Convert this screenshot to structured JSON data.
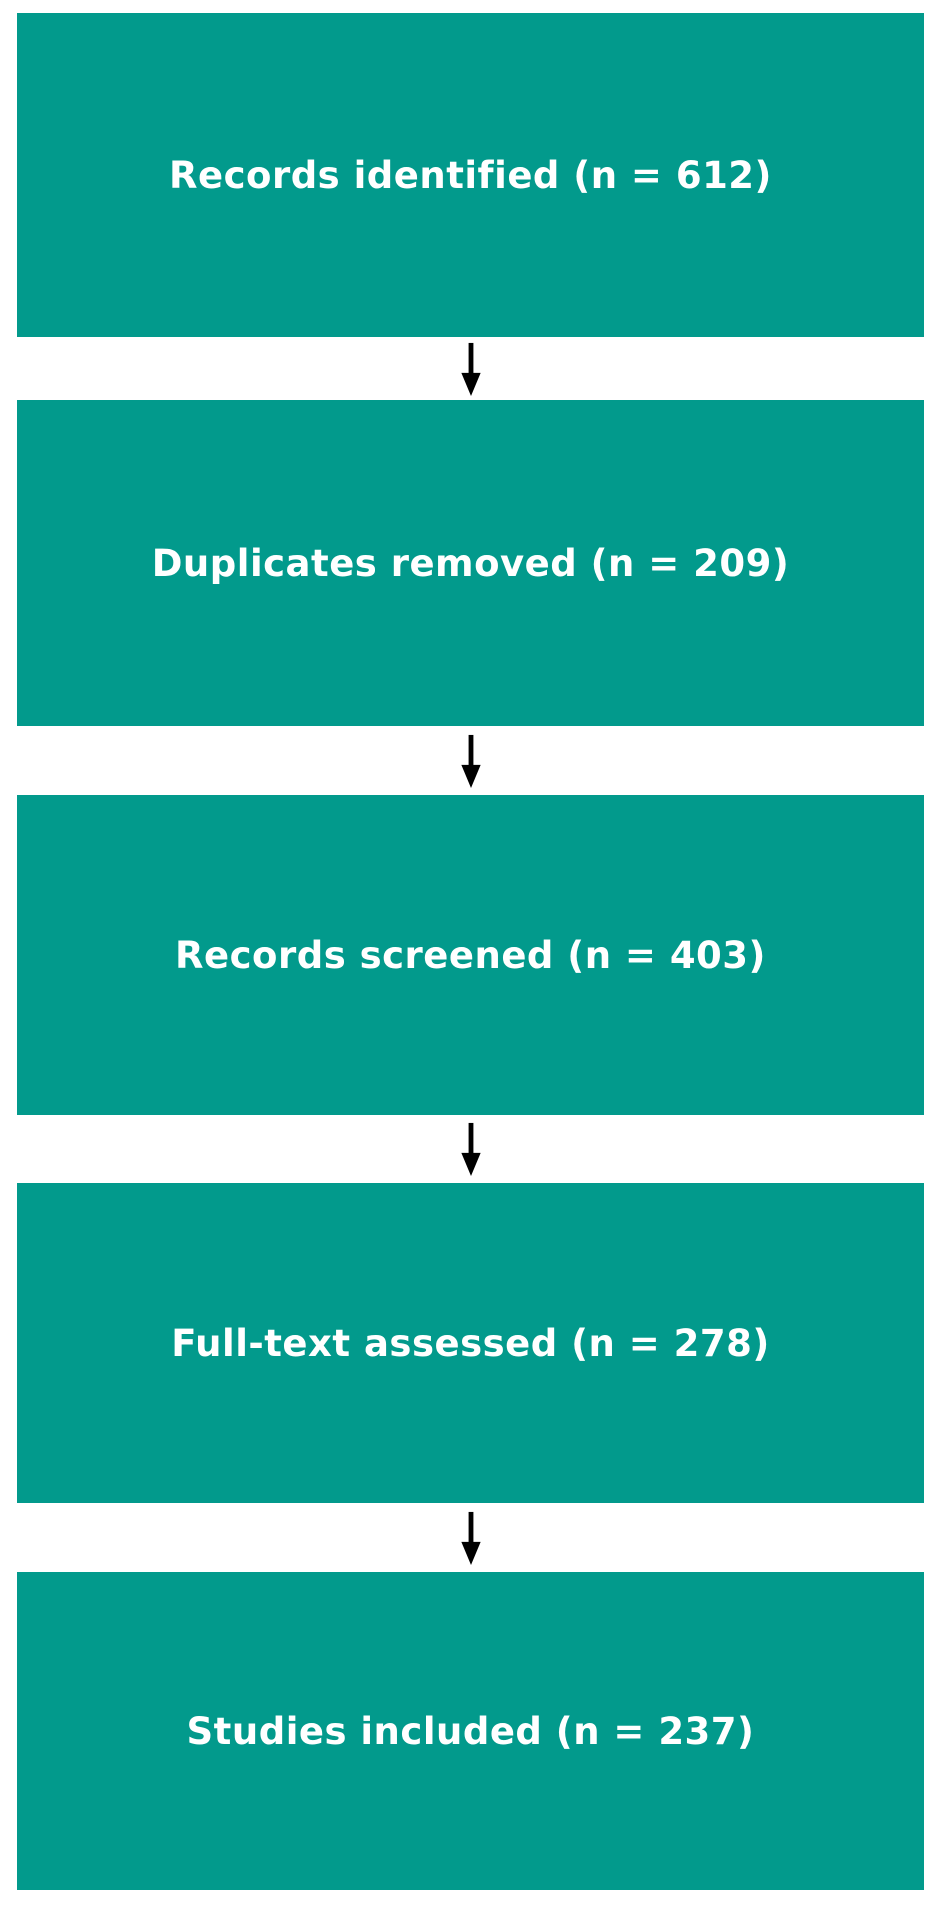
{
  "flowchart": {
    "type": "flowchart",
    "direction": "top-down",
    "colors": {
      "box_fill": "#029a8c",
      "box_text": "#ffffff",
      "arrow": "#000000",
      "background": "#ffffff"
    },
    "boxes": [
      {
        "label": "Records identified (n = 612)",
        "stage": "identification",
        "n": 612
      },
      {
        "label": "Duplicates removed (n = 209)",
        "stage": "deduplication",
        "n": 209
      },
      {
        "label": "Records screened (n = 403)",
        "stage": "screening",
        "n": 403
      },
      {
        "label": "Full-text assessed (n = 278)",
        "stage": "eligibility",
        "n": 278
      },
      {
        "label": "Studies included (n = 237)",
        "stage": "included",
        "n": 237
      }
    ]
  }
}
